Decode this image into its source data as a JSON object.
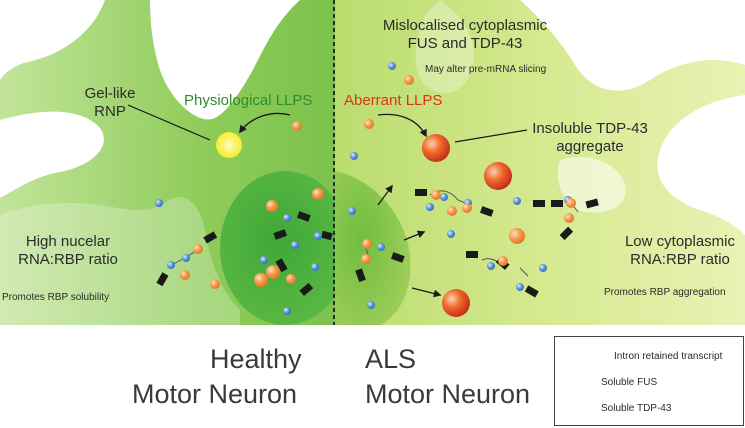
{
  "labels": {
    "physiological_llps": "Physiological LLPS",
    "aberrant_llps": "Aberrant LLPS",
    "gel_like_rnp_1": "Gel-like",
    "gel_like_rnp_2": "RNP",
    "mislocalised_1": "Mislocalised cytoplasmic",
    "mislocalised_2": "FUS and TDP-43",
    "may_alter": "May alter pre-mRNA slicing",
    "insoluble_1": "Insoluble TDP-43",
    "insoluble_2": "aggregate",
    "high_ratio_1": "High nucelar",
    "high_ratio_2": "RNA:RBP ratio",
    "promotes_solubility": "Promotes RBP solubility",
    "low_ratio_1": "Low cytoplasmic",
    "low_ratio_2": "RNA:RBP ratio",
    "promotes_aggregation": "Promotes RBP aggregation",
    "healthy_1": "Healthy",
    "healthy_2": "Motor Neuron",
    "als_1": "ALS",
    "als_2": "Motor Neuron"
  },
  "legend": {
    "intron_transcript": "Intron retained transcript",
    "soluble_fus": "Soluble FUS",
    "soluble_tdp43": "Soluble TDP-43"
  },
  "colors": {
    "healthy_cytoplasm": "#8fcc5a",
    "healthy_nucleus": "#4faf3c",
    "als_cytoplasm": "#cfe58a",
    "als_nucleus": "#7fc04a",
    "fus": "#4f8fd6",
    "tdp43": "#f08a34",
    "gel": "#fff23a",
    "aggregate": "#d9341d",
    "transcript": "#1a1a1a",
    "physiological_text": "#2e8b2e",
    "aberrant_text": "#d9341d"
  }
}
